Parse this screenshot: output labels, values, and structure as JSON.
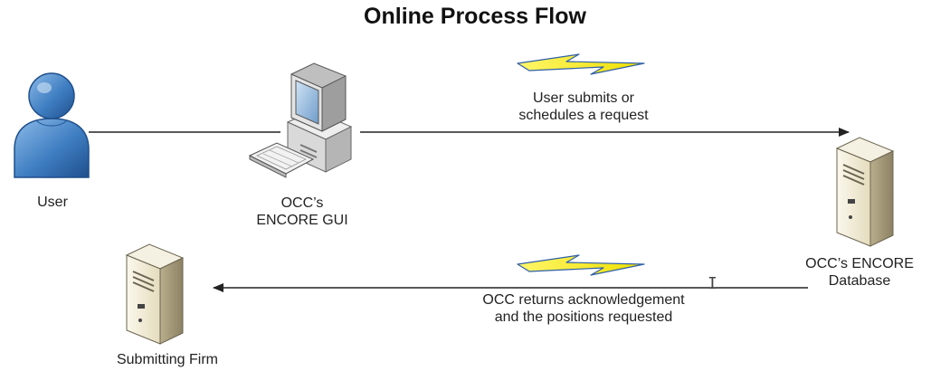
{
  "title": "Online Process Flow",
  "nodes": {
    "user": {
      "label": "User"
    },
    "gui": {
      "label_line1": "OCC’s",
      "label_line2": "ENCORE GUI"
    },
    "database": {
      "label_line1": "OCC’s ENCORE",
      "label_line2": "Database"
    },
    "firm": {
      "label": "Submitting Firm"
    }
  },
  "edges": {
    "submit": {
      "line1": "User submits or",
      "line2": "schedules a request"
    },
    "return": {
      "line1": "OCC returns acknowledgement",
      "line2": "and the positions requested"
    }
  },
  "icons": {
    "user": "person-icon",
    "gui": "computer-icon",
    "database": "server-icon",
    "firm": "server-icon",
    "signal": "lightning-bolt-icon"
  },
  "colors": {
    "person_fill": "#4a86c8",
    "lightning_fill": "#f4ee1c",
    "server_body": "#efe9d2",
    "line": "#222222"
  }
}
